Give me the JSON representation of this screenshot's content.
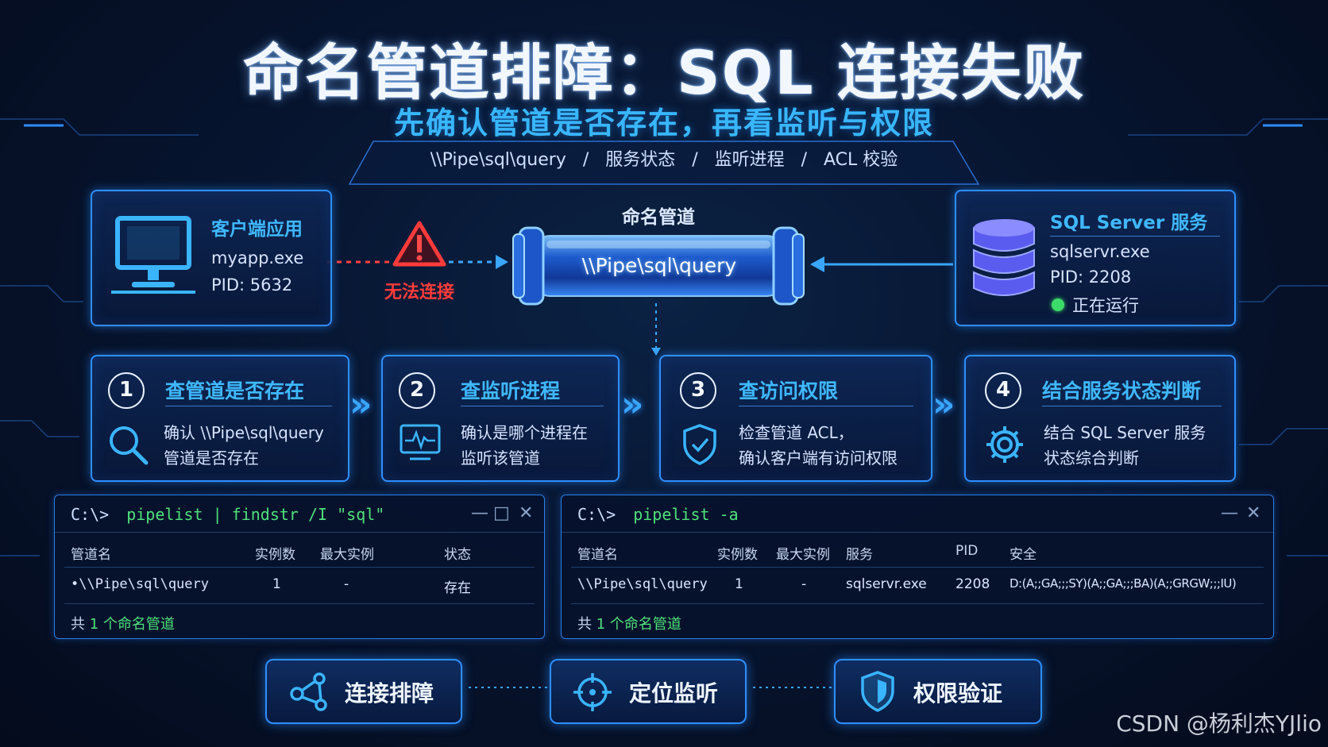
{
  "title": "命名管道排障：SQL 连接失败",
  "subtitle": "先确认管道是否存在，再看监听与权限",
  "path_bar": "\\\\Pipe\\sql\\query   /   服务状态   /   监听进程   /   ACL 校验",
  "client": {
    "title": "客户端应用",
    "process": "myapp.exe",
    "pid": "PID: 5632"
  },
  "error_label": "无法连接",
  "pipe": {
    "label": "命名管道",
    "name": "\\\\Pipe\\sql\\query"
  },
  "server": {
    "title": "SQL Server 服务",
    "process": "sqlservr.exe",
    "pid": "PID: 2208",
    "status": "正在运行"
  },
  "steps": [
    {
      "num": "1",
      "title": "查管道是否存在",
      "line1": "确认 \\\\Pipe\\sql\\query",
      "line2": "管道是否存在"
    },
    {
      "num": "2",
      "title": "查监听进程",
      "line1": "确认是哪个进程在",
      "line2": "监听该管道"
    },
    {
      "num": "3",
      "title": "查访问权限",
      "line1": "检查管道 ACL，",
      "line2": "确认客户端有访问权限"
    },
    {
      "num": "4",
      "title": "结合服务状态判断",
      "line1": "结合 SQL Server 服务",
      "line2": "状态综合判断"
    }
  ],
  "term1": {
    "prompt": "C:\\>",
    "command": "pipelist | findstr /I \"sql\"",
    "headers": [
      "管道名",
      "实例数",
      "最大实例",
      "状态"
    ],
    "row": [
      "•\\\\Pipe\\sql\\query",
      "1",
      "-",
      "存在"
    ],
    "total_prefix": "共",
    "total_count": "1",
    "total_suffix": "个命名管道"
  },
  "term2": {
    "prompt": "C:\\>",
    "command": "pipelist -a",
    "headers": [
      "管道名",
      "实例数",
      "最大实例",
      "服务",
      "PID",
      "安全"
    ],
    "row": [
      "\\\\Pipe\\sql\\query",
      "1",
      "-",
      "sqlservr.exe",
      "2208",
      "D:(A;;GA;;;SY)(A;;GA;;;BA)(A;;GRGW;;;IU)"
    ],
    "total_prefix": "共",
    "total_count": "1",
    "total_suffix": "个命名管道"
  },
  "pills": [
    "连接排障",
    "定位监听",
    "权限验证"
  ],
  "watermark": "CSDN @杨利杰YJlio",
  "colors": {
    "accent": "#2e8fff",
    "title_blue": "#3fb8ff",
    "error": "#ff3b3b",
    "ok": "#3ddc6a"
  }
}
